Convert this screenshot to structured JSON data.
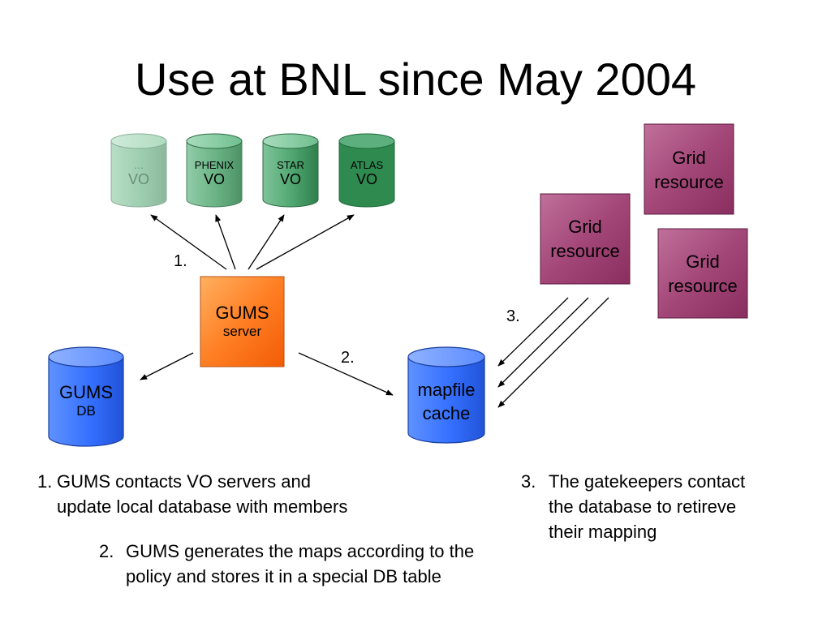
{
  "slide": {
    "title": "Use at BNL since May 2004"
  },
  "vo_servers": [
    {
      "small": "…",
      "big": "VO",
      "faded": true
    },
    {
      "small": "PHENIX",
      "big": "VO",
      "faded": false
    },
    {
      "small": "STAR",
      "big": "VO",
      "faded": false
    },
    {
      "small": "ATLAS",
      "big": "VO",
      "faded": false
    }
  ],
  "gums_server": {
    "line1": "GUMS",
    "line2": "server"
  },
  "gums_db": {
    "line1": "GUMS",
    "line2": "DB"
  },
  "mapfile_cache": {
    "line1": "mapfile",
    "line2": "cache"
  },
  "grid_resources": [
    {
      "line1": "Grid",
      "line2": "resource"
    },
    {
      "line1": "Grid",
      "line2": "resource"
    },
    {
      "line1": "Grid",
      "line2": "resource"
    }
  ],
  "step_labels": {
    "step1": "1.",
    "step2": "2.",
    "step3": "3."
  },
  "notes": [
    {
      "num": "1.",
      "line1": "GUMS contacts VO servers and",
      "line2": "update local database with members"
    },
    {
      "num": "2.",
      "line1": "GUMS generates the maps according to the",
      "line2": "policy and stores it in a special DB table"
    },
    {
      "num": "3.",
      "line1": "The gatekeepers contact",
      "line2": "the database to retireve",
      "line3": "their mapping"
    }
  ],
  "colors": {
    "vo_green": "#3f9a5e",
    "gums_orange": "#ff7a1a",
    "db_blue": "#2f6dff",
    "grid_magenta": "#a34778"
  }
}
